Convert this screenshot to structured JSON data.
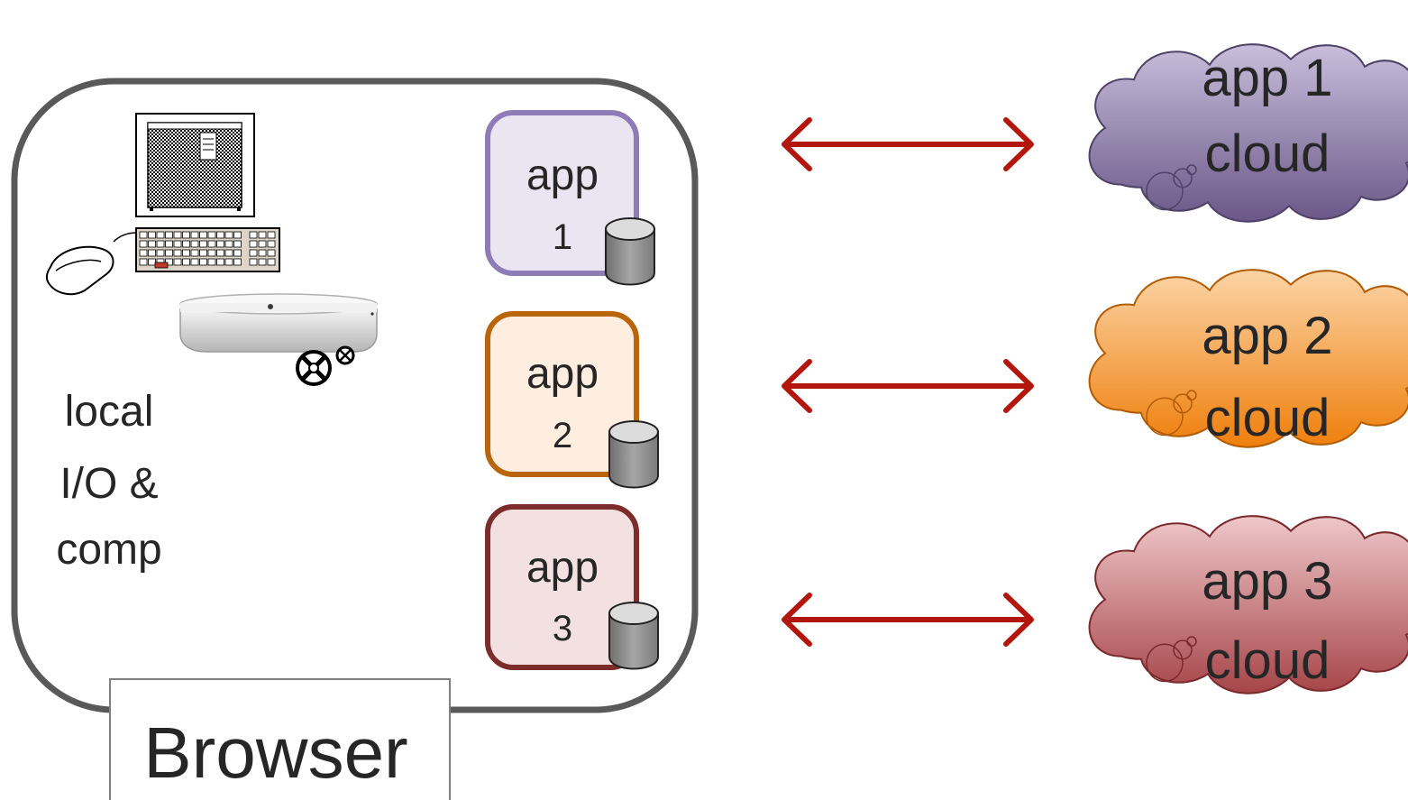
{
  "browser": {
    "label": "Browser",
    "local_lines": [
      "local",
      "I/O &",
      "comp"
    ]
  },
  "apps": [
    {
      "word": "app",
      "num": "1",
      "fill": "#ebe5f1",
      "stroke": "#8f7bb6"
    },
    {
      "word": "app",
      "num": "2",
      "fill": "#fdeee0",
      "stroke": "#b8650c"
    },
    {
      "word": "app",
      "num": "3",
      "fill": "#f3e1e1",
      "stroke": "#7b2c2b"
    }
  ],
  "clouds": [
    {
      "line1": "app 1",
      "line2": "cloud",
      "top_color": "#c9bedb",
      "bottom_color": "#6a5788",
      "stroke": "#4f4266"
    },
    {
      "line1": "app 2",
      "line2": "cloud",
      "top_color": "#fbd4a6",
      "bottom_color": "#ef7f0c",
      "stroke": "#b25c06"
    },
    {
      "line1": "app 3",
      "line2": "cloud",
      "top_color": "#efc7c9",
      "bottom_color": "#a64549",
      "stroke": "#7a2a2d"
    }
  ],
  "colors": {
    "arrow": "#b3160c",
    "browser_border": "#595959",
    "db_top": "#d9d9d9",
    "db_body": "#8c8c8c"
  },
  "icons": [
    "monitor-icon",
    "keyboard-icon",
    "mouse-icon",
    "mac-mini-icon",
    "gear-icon",
    "database-icon",
    "cloud-icon",
    "double-arrow-icon"
  ]
}
